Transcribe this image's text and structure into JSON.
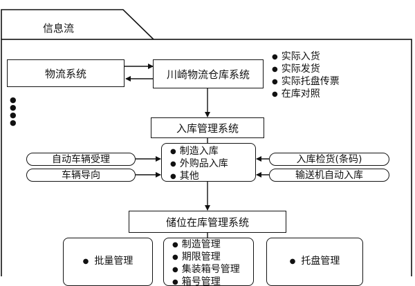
{
  "frame_tab": {
    "label": "信息流"
  },
  "logistics_system": {
    "label": "物流系统"
  },
  "warehouse_system": {
    "label": "川崎物流仓库系统"
  },
  "warehouse_outputs": [
    "实际入货",
    "实际发货",
    "实际托盘传票",
    "在库对照"
  ],
  "inbound_system": {
    "label": "入库管理系统"
  },
  "inbound_items": [
    "制造入库",
    "外购品入库",
    "其他"
  ],
  "left_pills": [
    "自动车辆受理",
    "车辆导向"
  ],
  "right_pills": [
    "入库检货(条码)",
    "输送机自动入库"
  ],
  "storage_system": {
    "label": "储位在库管理系统"
  },
  "storage_left": {
    "label": "批量管理"
  },
  "storage_middle": [
    "制造管理",
    "期限管理",
    "集装箱号管理",
    "箱号管理"
  ],
  "storage_right": {
    "label": "托盘管理"
  }
}
